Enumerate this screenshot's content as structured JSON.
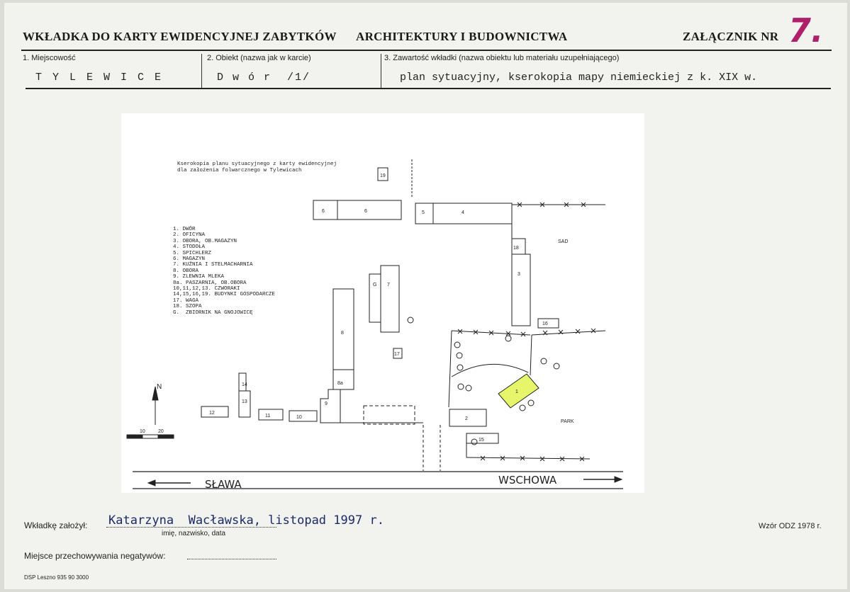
{
  "header": {
    "title_left": "WKŁADKA DO KARTY EWIDENCYJNEJ ZABYTKÓW",
    "title_right": "ARCHITEKTURY I BUDOWNICTWA",
    "attachment_label": "ZAŁĄCZNIK NR",
    "attachment_number": "7."
  },
  "fields": {
    "locality_label": "1. Miejscowość",
    "locality_value": "T Y L E W I C E",
    "object_label": "2. Obiekt (nazwa jak w karcie)",
    "object_value": "D w ó r  /1/",
    "content_label": "3. Zawartość wkładki (nazwa obiektu lub materiału uzupełniającego)",
    "content_value": "plan sytuacyjny, kserokopia mapy niemieckiej z k. XIX w."
  },
  "plan": {
    "title_line1": "Kserokopia planu sytuacyjnego z karty ewidencyjnej",
    "title_line2": "dla założenia folwarcznego w Tylewicach",
    "legend": [
      "1. DWÓR",
      "2. OFICYNA",
      "3. OBORA, OB.MAGAZYN",
      "4. STODOŁA",
      "5. SPICHLERZ",
      "6. MAGAZYN",
      "7. KUŹNIA I STELMACHARNIA",
      "8. OBORA",
      "9. ZLEWNIA MLEKA",
      "8a. PASZARNIA, OB.OBORA",
      "10,11,12,13. CZWORAKI",
      "14,15,16,19. BUDYNKI GOSPODARCZE",
      "17. WAGA",
      "18. SZOPA",
      "G.  ZBIORNIK NA GNOJOWICĘ"
    ],
    "labels": {
      "sad": "SAD",
      "park": "PARK",
      "road_left": "SŁAWA",
      "road_right": "WSCHOWA",
      "north": "N",
      "scale_a": "10",
      "scale_b": "20"
    },
    "buildings": [
      "1",
      "2",
      "3",
      "4",
      "5",
      "6",
      "6",
      "7",
      "8",
      "8a",
      "9",
      "10",
      "11",
      "12",
      "13",
      "14",
      "15",
      "16",
      "17",
      "18",
      "19",
      "G"
    ],
    "highlight_color": "#e6f56a"
  },
  "footer": {
    "author_label": "Wkładkę założył:",
    "author_value": "Katarzyna  Wacławska, listopad 1997 r.",
    "author_caption": "imię, nazwisko, data",
    "form_code": "Wzór ODZ 1978 r.",
    "negatives_label": "Miejsce przechowywania negatywów:",
    "printer": "DSP Leszno 935 90 3000"
  }
}
